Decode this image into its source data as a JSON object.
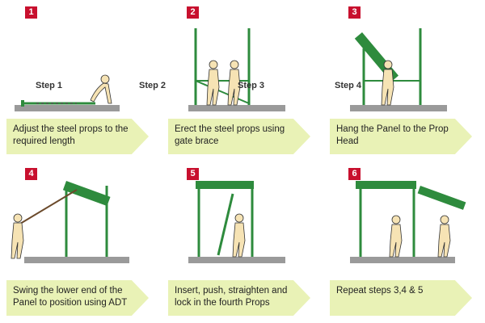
{
  "colors": {
    "badge": "#c8102e",
    "callout": "#e9f2b6",
    "prop": "#2e8b3d",
    "panel": "#2e8b3d",
    "figure": "#f6e3b4",
    "floor": "#9a9a9a"
  },
  "panels": [
    {
      "number": "1",
      "text": "Adjust the steel props to the required length"
    },
    {
      "number": "2",
      "text": "Erect the steel props using gate brace"
    },
    {
      "number": "3",
      "text": "Hang the Panel to the Prop Head"
    },
    {
      "number": "4",
      "text": "Swing the lower end of the Panel to position using ADT"
    },
    {
      "number": "5",
      "text": "Insert, push, straighten and lock in the fourth Props"
    },
    {
      "number": "6",
      "text": "Repeat steps 3,4 & 5"
    }
  ],
  "step_labels": [
    "Step 1",
    "Step 2",
    "Step 3",
    "Step 4"
  ]
}
